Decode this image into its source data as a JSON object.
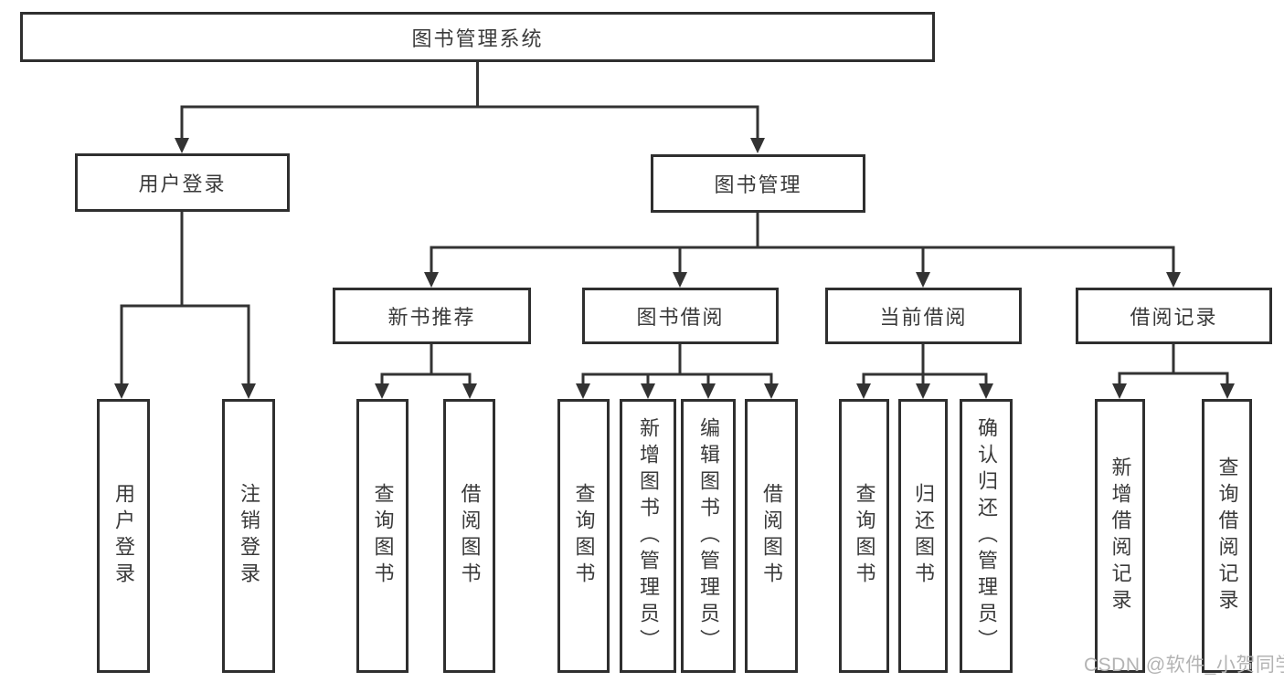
{
  "colors": {
    "background": "#ffffff",
    "line": "#333333",
    "border": "#2f2f2f",
    "text": "#3a3a3a",
    "watermark": "#b3b3b3"
  },
  "tree": {
    "root": {
      "label": "图书管理系统"
    },
    "level2": [
      {
        "label": "用户登录",
        "children": [
          {
            "label": "用户登录"
          },
          {
            "label": "注销登录"
          }
        ]
      },
      {
        "label": "图书管理",
        "children": [
          {
            "label": "新书推荐",
            "children": [
              {
                "label": "查询图书"
              },
              {
                "label": "借阅图书"
              }
            ]
          },
          {
            "label": "图书借阅",
            "children": [
              {
                "label": "查询图书"
              },
              {
                "label": "新增图书（管理员）"
              },
              {
                "label": "编辑图书（管理员）"
              },
              {
                "label": "借阅图书"
              }
            ]
          },
          {
            "label": "当前借阅",
            "children": [
              {
                "label": "查询图书"
              },
              {
                "label": "归还图书"
              },
              {
                "label": "确认归还（管理员）"
              }
            ]
          },
          {
            "label": "借阅记录",
            "children": [
              {
                "label": "新增借阅记录"
              },
              {
                "label": "查询借阅记录"
              }
            ]
          }
        ]
      }
    ]
  },
  "watermark": {
    "text": "CSDN @软件_小贺同学"
  }
}
